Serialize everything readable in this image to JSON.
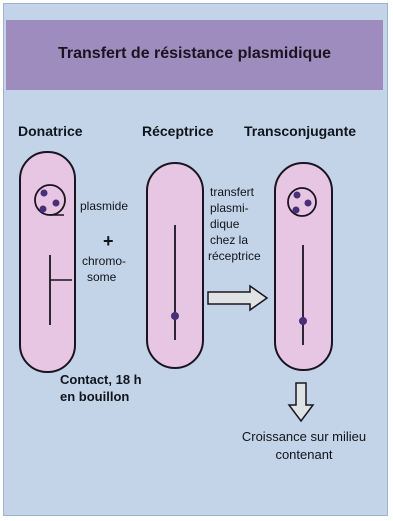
{
  "title": "Transfert de résistance plasmidique",
  "columns": {
    "donor": "Donatrice",
    "recipient": "Réceptrice",
    "transconjugant": "Transconjugante"
  },
  "labels": {
    "plasmid": "plasmide",
    "plus": "+",
    "chromosome_line1": "chromo-",
    "chromosome_line2": "some",
    "transfer_line1": "transfert",
    "transfer_line2": "plasmi-",
    "transfer_line3": "dique",
    "transfer_line4": "chez la",
    "transfer_line5": "réceptrice"
  },
  "contact": {
    "line1": "Contact, 18 h",
    "line2": "en bouillon"
  },
  "growth": {
    "line1": "Croissance sur milieu",
    "line2": "contenant"
  },
  "colors": {
    "background": "#c3d4e8",
    "title_band": "#9d8cbd",
    "cell_fill": "#e6c6e3",
    "dot": "#4a2f78",
    "outline": "#1a1420"
  }
}
